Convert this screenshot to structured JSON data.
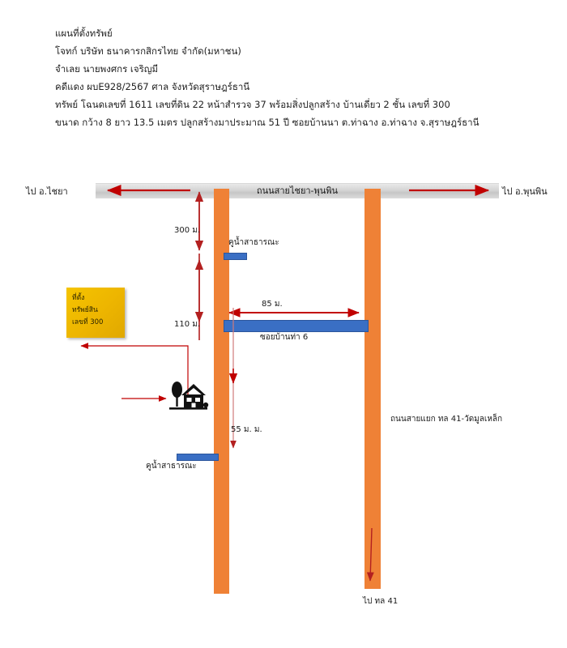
{
  "document": {
    "lines": [
      "แผนที่ตั้งทรัพย์",
      "โจทก์ บริษัท ธนาคารกสิกรไทย  จำกัด(มหาชน)",
      "จำเลย นายพงศกร  เจริญมี",
      "คดีแดง ผบE928/2567 ศาล จังหวัดสุราษฎร์ธานี",
      "ทรัพย์ โฉนดเลขที่ 1611 เลขที่ดิน 22 หน้าสำรวจ 37 พร้อมสิ่งปลูกสร้าง บ้านเดี่ยว  2 ชั้น เลขที่ 300",
      "ขนาด กว้าง 8 ยาว 13.5 เมตร  ปลูกสร้างมาประมาณ 51 ปี  ซอยบ้านนา ต.ท่าฉาง อ.ท่าฉาง จ.สุราษฎร์ธานี"
    ]
  },
  "map": {
    "main_road": {
      "name": "ถนนสายไชยา-พุนพิน",
      "left_direction": "ไป อ.ไชยา",
      "right_direction": "ไป อ.พุนพิน"
    },
    "vertical_road_label": "ถนนสายแยก ทล 41-วัดมูลเหล็ก",
    "bottom_direction": "ไป ทล 41",
    "soi_label": "ซอยบ้านท่า 6",
    "canal_top_label": "คูน้ำสาธารณะ",
    "canal_bottom_label": "คูน้ำสาธารณะ",
    "dimensions": {
      "d300": "300 ม.",
      "d110": "110 ม.",
      "d85": "85 ม.",
      "d55": "55 ม. ม."
    },
    "property_box": {
      "line1": "ที่ตั้ง",
      "line2": "ทรัพย์สิน",
      "line3": "เลขที่ 300"
    },
    "colors": {
      "road_orange": "#ef8136",
      "road_grey": "#d4d4d4",
      "canal_blue": "#3a6fc4",
      "property_yellow": "#edb500",
      "arrow_red": "#c00000"
    }
  }
}
